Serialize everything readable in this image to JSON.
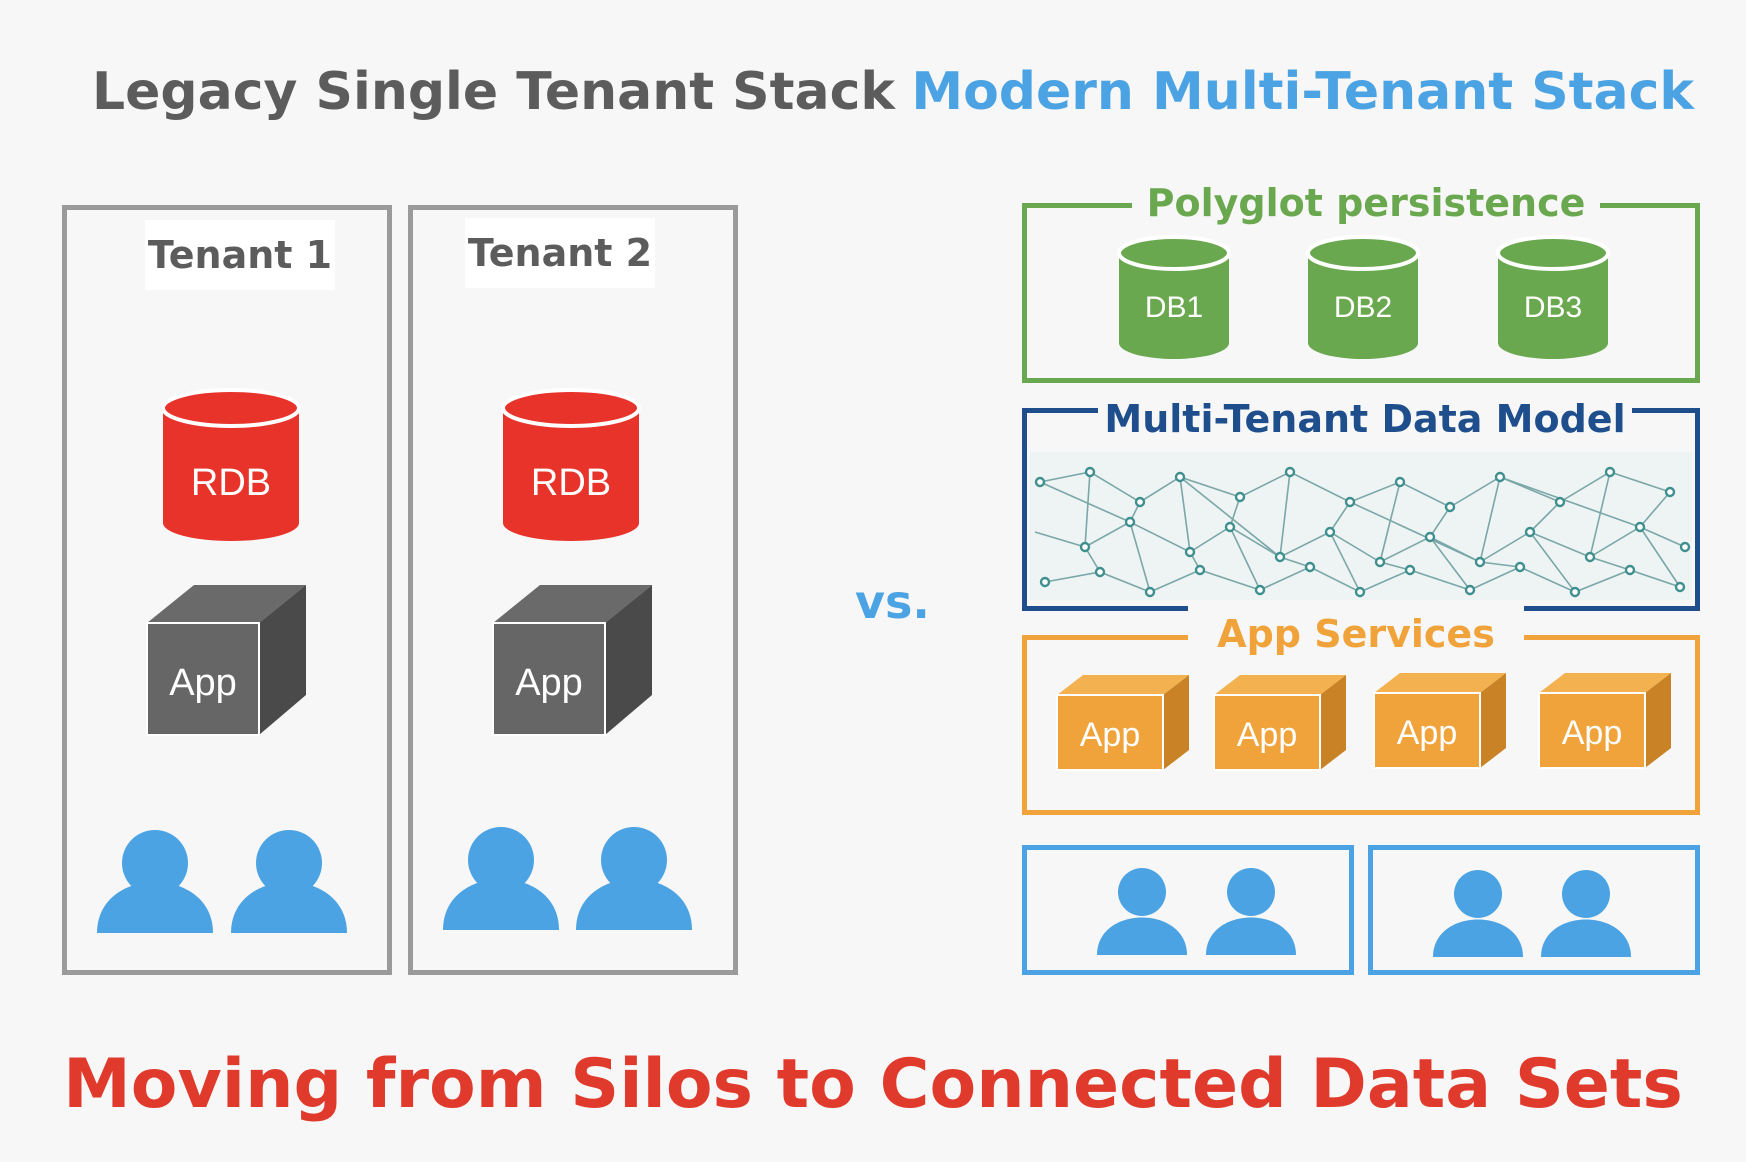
{
  "legacy": {
    "title": "Legacy Single Tenant Stack",
    "tenants": [
      {
        "label": "Tenant 1",
        "db_label": "RDB",
        "app_label": "App"
      },
      {
        "label": "Tenant 2",
        "db_label": "RDB",
        "app_label": "App"
      }
    ]
  },
  "vs_label": "vs.",
  "modern": {
    "title": "Modern Multi-Tenant Stack",
    "persistence": {
      "label": "Polyglot persistence",
      "dbs": [
        "DB1",
        "DB2",
        "DB3"
      ]
    },
    "data_model": {
      "label": "Multi-Tenant Data Model"
    },
    "app_services": {
      "label": "App Services",
      "apps": [
        "App",
        "App",
        "App",
        "App"
      ]
    }
  },
  "footer": "Moving from Silos to Connected Data Sets",
  "colors": {
    "gray_text": "#5c5c5c",
    "blue": "#4ba3e3",
    "red": "#e8332a",
    "green": "#6aa84f",
    "navy": "#1f4e8c",
    "orange": "#f0a33b",
    "footer_red": "#e03a2c"
  }
}
